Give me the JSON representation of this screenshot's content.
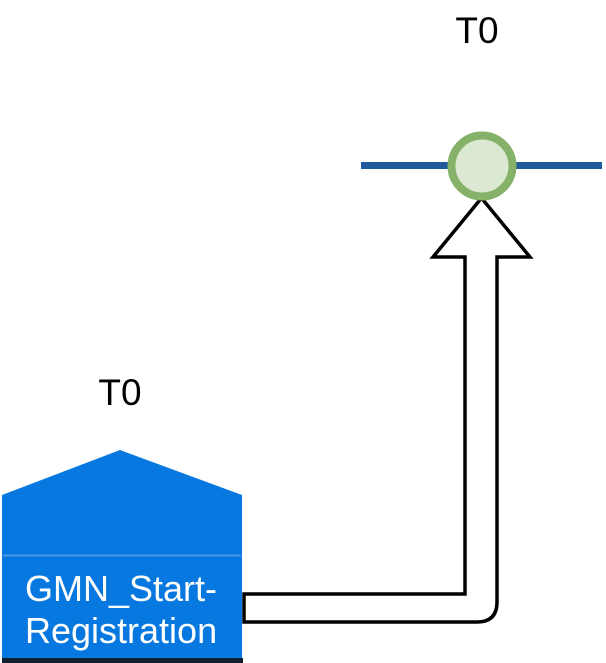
{
  "diagram": {
    "timeline_event": {
      "label": "T0",
      "marker": "circle-on-timeline"
    },
    "node": {
      "label": "T0",
      "name_line1": "GMN_Start-",
      "name_line2": "Registration",
      "full_name": "GMN_Start-Registration"
    },
    "connector": {
      "type": "bent-block-arrow",
      "from": "GMN_Start-Registration",
      "to": "T0 timeline marker"
    },
    "colors": {
      "timeline_line": "#1f5b9c",
      "circle_stroke": "#85b169",
      "circle_fill": "#dbe9d3",
      "node_fill": "#0778df",
      "node_divider": "#559ce8",
      "node_bottom_bar": "#131f2e",
      "arrow_fill": "#ffffff",
      "arrow_stroke": "#000000",
      "text_dark": "#000000",
      "text_light": "#ffffff"
    }
  }
}
